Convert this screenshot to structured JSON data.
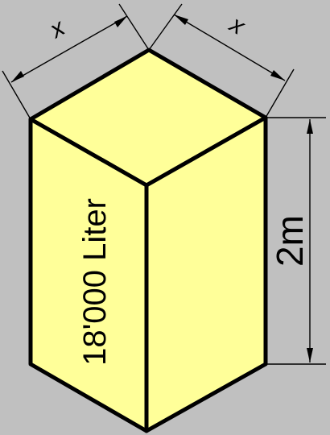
{
  "colors": {
    "background": "#c0c0c0",
    "box_fill": "#ffff99",
    "outline": "#000000"
  },
  "labels": {
    "width_left": "x",
    "width_right": "x",
    "height": "2m",
    "volume": "18'000 Liter"
  }
}
